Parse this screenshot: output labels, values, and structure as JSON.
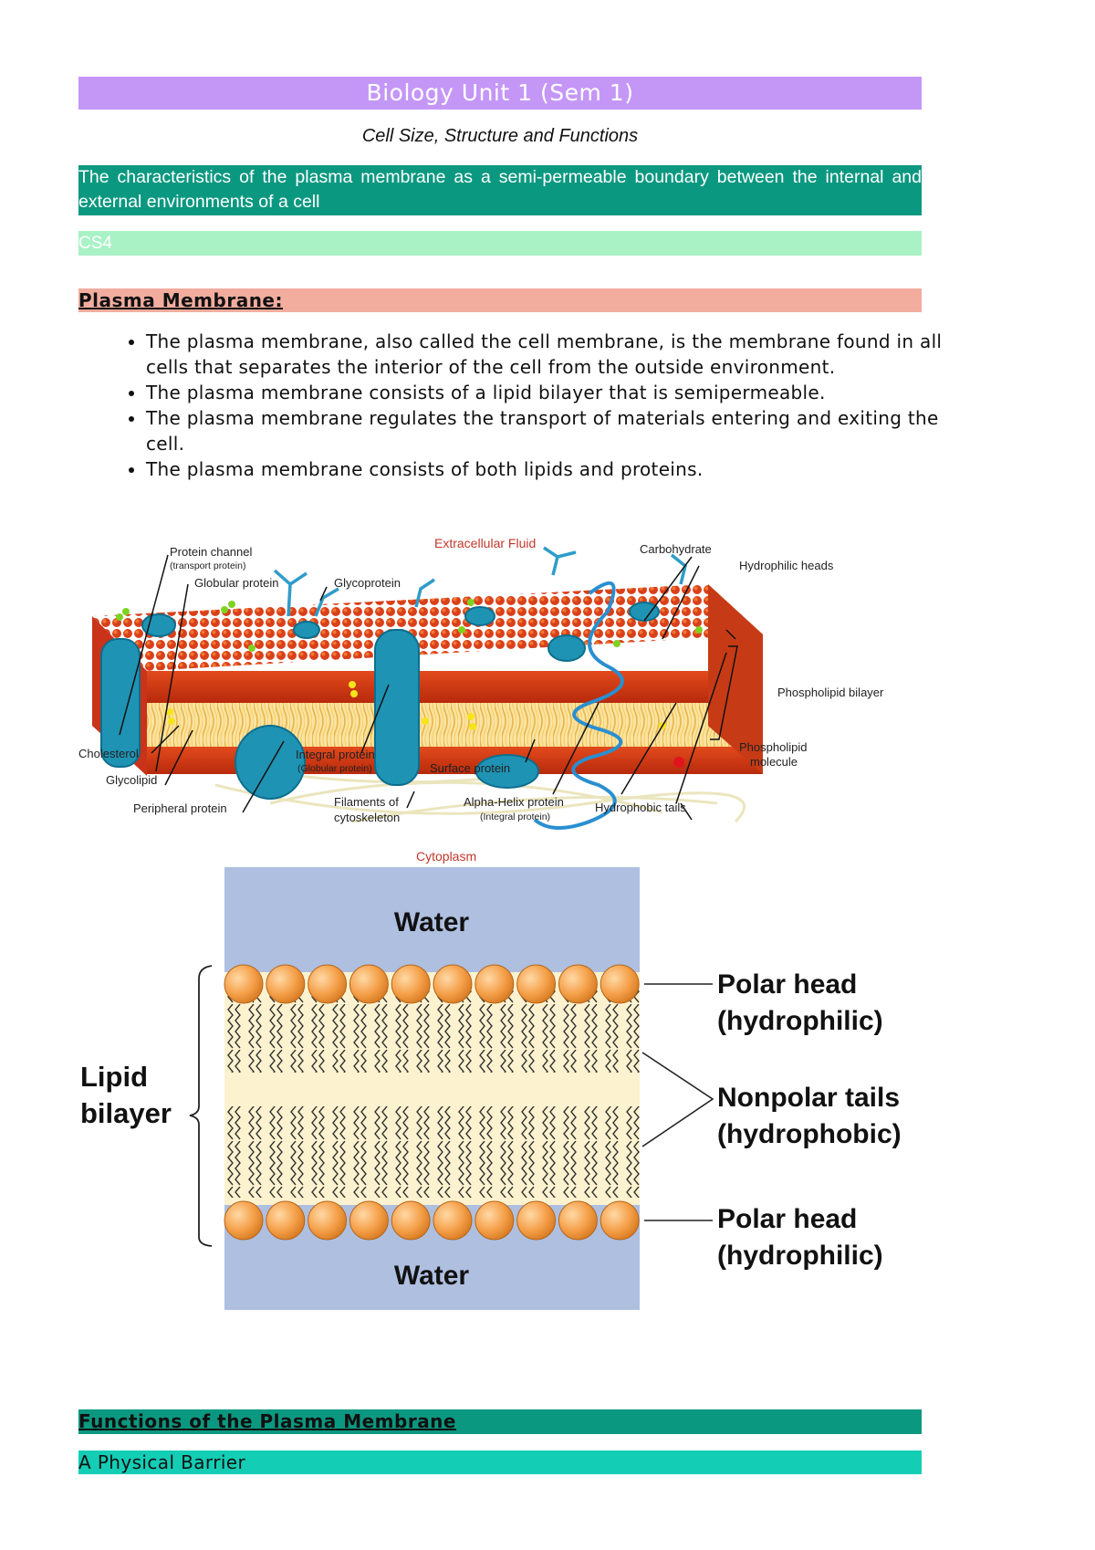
{
  "document": {
    "title": "Biology Unit 1 (Sem 1)",
    "subtitle": "Cell Size, Structure and Functions",
    "outcome": "The characteristics of the plasma membrane as a semi-permeable boundary between the internal and external environments of a cell",
    "code": "CS4"
  },
  "plasma_membrane": {
    "heading": "Plasma Membrane:",
    "points": [
      "The plasma membrane, also called the cell membrane, is the membrane found in all cells that separates the interior of the cell from the outside environment.",
      "The plasma membrane consists of a lipid bilayer that is semipermeable.",
      "The plasma membrane regulates the transport of materials entering and exiting the cell.",
      "The plasma membrane consists of both lipids and proteins."
    ]
  },
  "membrane_figure": {
    "extracellular": "Extracellular Fluid",
    "cytoplasm": "Cytoplasm",
    "protein_channel": "Protein channel",
    "transport_protein": "(transport protein)",
    "globular_protein": "Globular protein",
    "glycoprotein": "Glycoprotein",
    "carbohydrate": "Carbohydrate",
    "hydrophilic_heads": "Hydrophilic heads",
    "phospholipid_bilayer": "Phospholipid bilayer",
    "phospholipid": "Phospholipid",
    "molecule": "molecule",
    "cholesterol": "Cholesterol",
    "glycolipid": "Glycolipid",
    "peripheral_protein": "Peripheral protein",
    "integral_protein": "Integral protein",
    "globular_protein_paren": "(Globular protein)",
    "surface_protein": "Surface protein",
    "filaments_of": "Filaments of",
    "cytoskeleton": "cytoskeleton",
    "alpha_helix": "Alpha-Helix protein",
    "integral_protein_paren": "(Integral protein)",
    "hydrophobic_tails": "Hydrophobic tails"
  },
  "bilayer_figure": {
    "water_top": "Water",
    "water_bottom": "Water",
    "lipid": "Lipid",
    "bilayer": "bilayer",
    "polar_head_top": "Polar head",
    "hydrophilic_top": "(hydrophilic)",
    "nonpolar_tails": "Nonpolar tails",
    "hydrophobic": "(hydrophobic)",
    "polar_head_bottom": "Polar head",
    "hydrophilic_bottom": "(hydrophilic)"
  },
  "functions": {
    "heading": "Functions of the Plasma Membrane",
    "item": "A Physical Barrier"
  },
  "colors": {
    "title_band": "#c497f7",
    "outcome_band": "#0b9880",
    "code_band": "#a8f2c6",
    "heading_band": "#f2ad9f",
    "barrier_band": "#13cdb5"
  }
}
